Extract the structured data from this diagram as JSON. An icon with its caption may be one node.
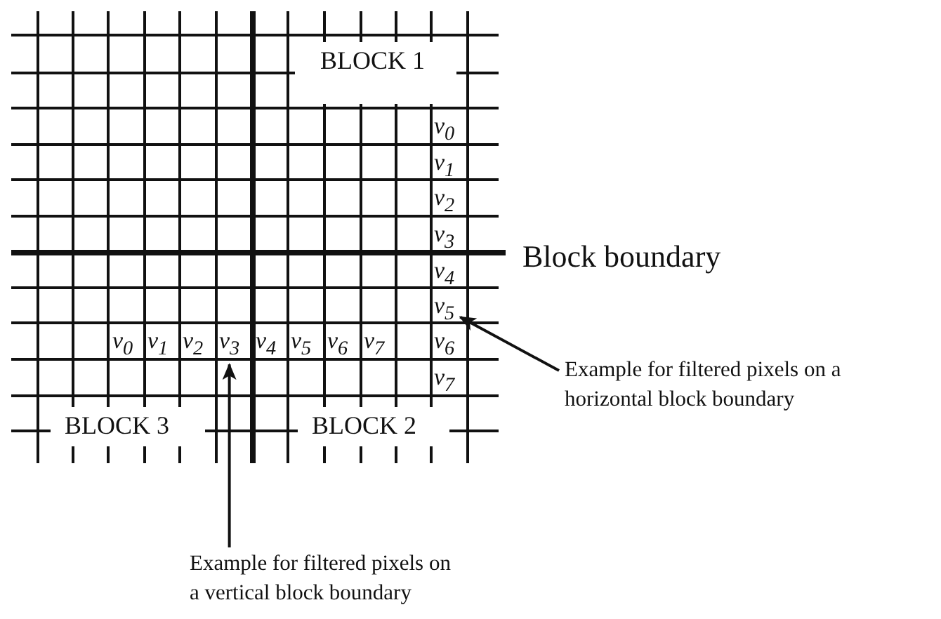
{
  "diagram": {
    "nodes": [
      {
        "text": [
          "Example for filtered pixels on a horizontal block boundary"
        ]
      },
      {
        "text": [
          "Example for filtered pixels on a vertical block boundary"
        ]
      },
      {
        "text": [
          "v$_{5}$"
        ]
      },
      {
        "text": [
          "v$_{3}$"
        ]
      }
    ],
    "edges": [
      {
        "from": 0,
        "to": 2,
        "arrow": "to"
      },
      {
        "from": 1,
        "to": 3,
        "arrow": "to"
      }
    ],
    "labels": [
      "BLOCK 1",
      "v$_{0}$",
      "v$_{1}$",
      "v$_{2}$",
      "v$_{3}$",
      "Block boundary",
      "v$_{4}$",
      "v$_{0}$",
      "v$_{1}$",
      "v$_{2}$",
      "v$_{4}$",
      "v$_{5}$",
      "v$_{6}$",
      "v$_{7}$",
      "v$_{6}$",
      "v$_{7}$",
      "BLOCK 3",
      "BLOCK 2"
    ]
  }
}
